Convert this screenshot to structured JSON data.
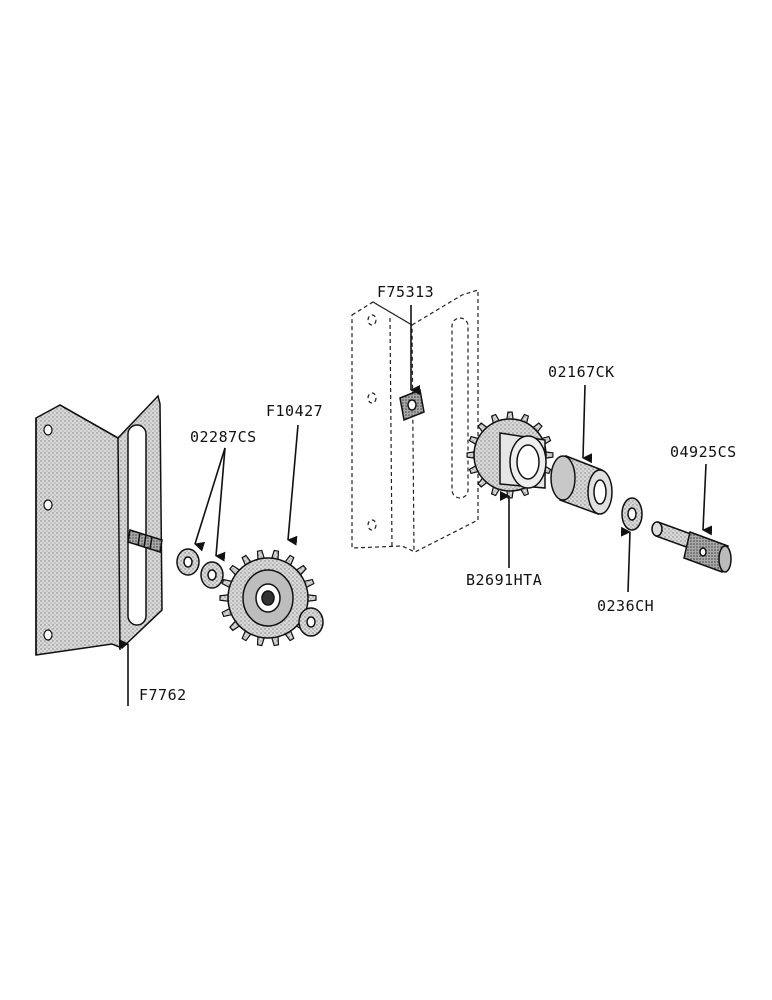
{
  "labels": {
    "f75313": "F75313",
    "c02167ck": "02167CK",
    "f10427": "F10427",
    "c02287cs": "02287CS",
    "c04925cs": "04925CS",
    "b2691hta": "B2691HTA",
    "c0236ch": "0236CH",
    "f7762": "F7762"
  }
}
